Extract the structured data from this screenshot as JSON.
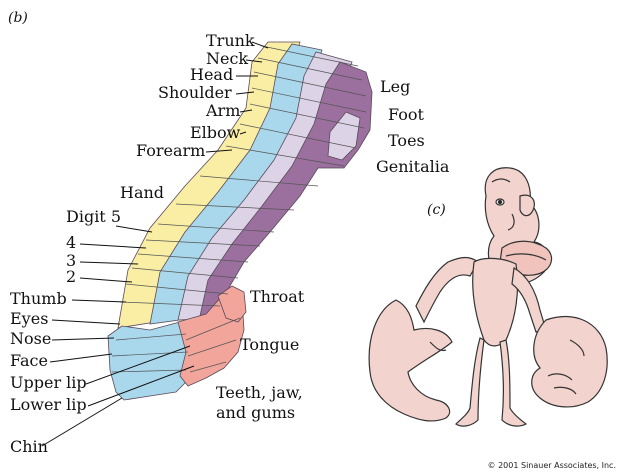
{
  "panel_b_label": "(b)",
  "panel_c_label": "(c)",
  "left_labels": {
    "trunk": "Trunk",
    "neck": "Neck",
    "head": "Head",
    "shoulder": "Shoulder",
    "arm": "Arm",
    "elbow": "Elbow",
    "forearm": "Forearm",
    "hand": "Hand",
    "digit5": "Digit 5",
    "d4": "4",
    "d3": "3",
    "d2": "2",
    "thumb": "Thumb",
    "eyes": "Eyes",
    "nose": "Nose",
    "face": "Face",
    "upper_lip": "Upper lip",
    "lower_lip": "Lower lip",
    "chin": "Chin"
  },
  "right_labels": {
    "leg": "Leg",
    "foot": "Foot",
    "toes": "Toes",
    "genitalia": "Genitalia",
    "throat": "Throat",
    "tongue": "Tongue",
    "teeth_line1": "Teeth, jaw,",
    "teeth_line2": "and gums"
  },
  "copyright": "© 2001 Sinauer Associates, Inc.",
  "colors": {
    "yellow": "#f9eea4",
    "blue": "#a9d7ec",
    "lavender": "#dcd3e6",
    "purple": "#9b6f9e",
    "pink": "#f2a59a",
    "skin": "#f3d3cd"
  }
}
